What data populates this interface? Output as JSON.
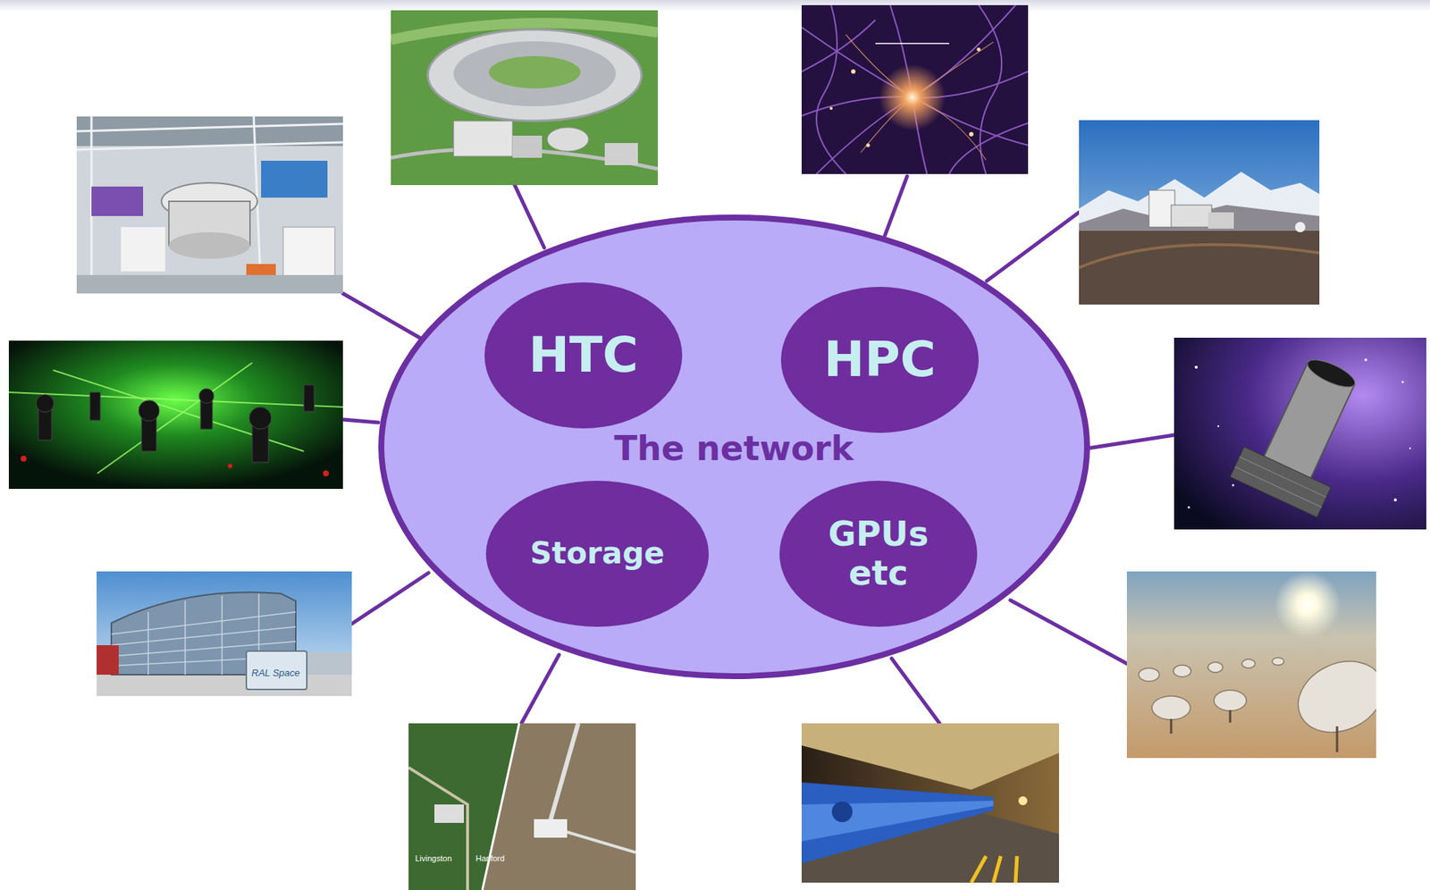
{
  "diagram": {
    "nodes": [
      {
        "text": [
          "The network"
        ]
      },
      {
        "text": [
          "HTC"
        ],
        "in": 0
      },
      {
        "text": [
          "HPC"
        ],
        "in": 0
      },
      {
        "text": [
          "Storage"
        ],
        "in": 0
      },
      {
        "text": [
          "GPUs etc"
        ],
        "in": 0
      }
    ],
    "labels": [
      "RAL Space",
      "Livingston",
      "Hanford"
    ]
  }
}
